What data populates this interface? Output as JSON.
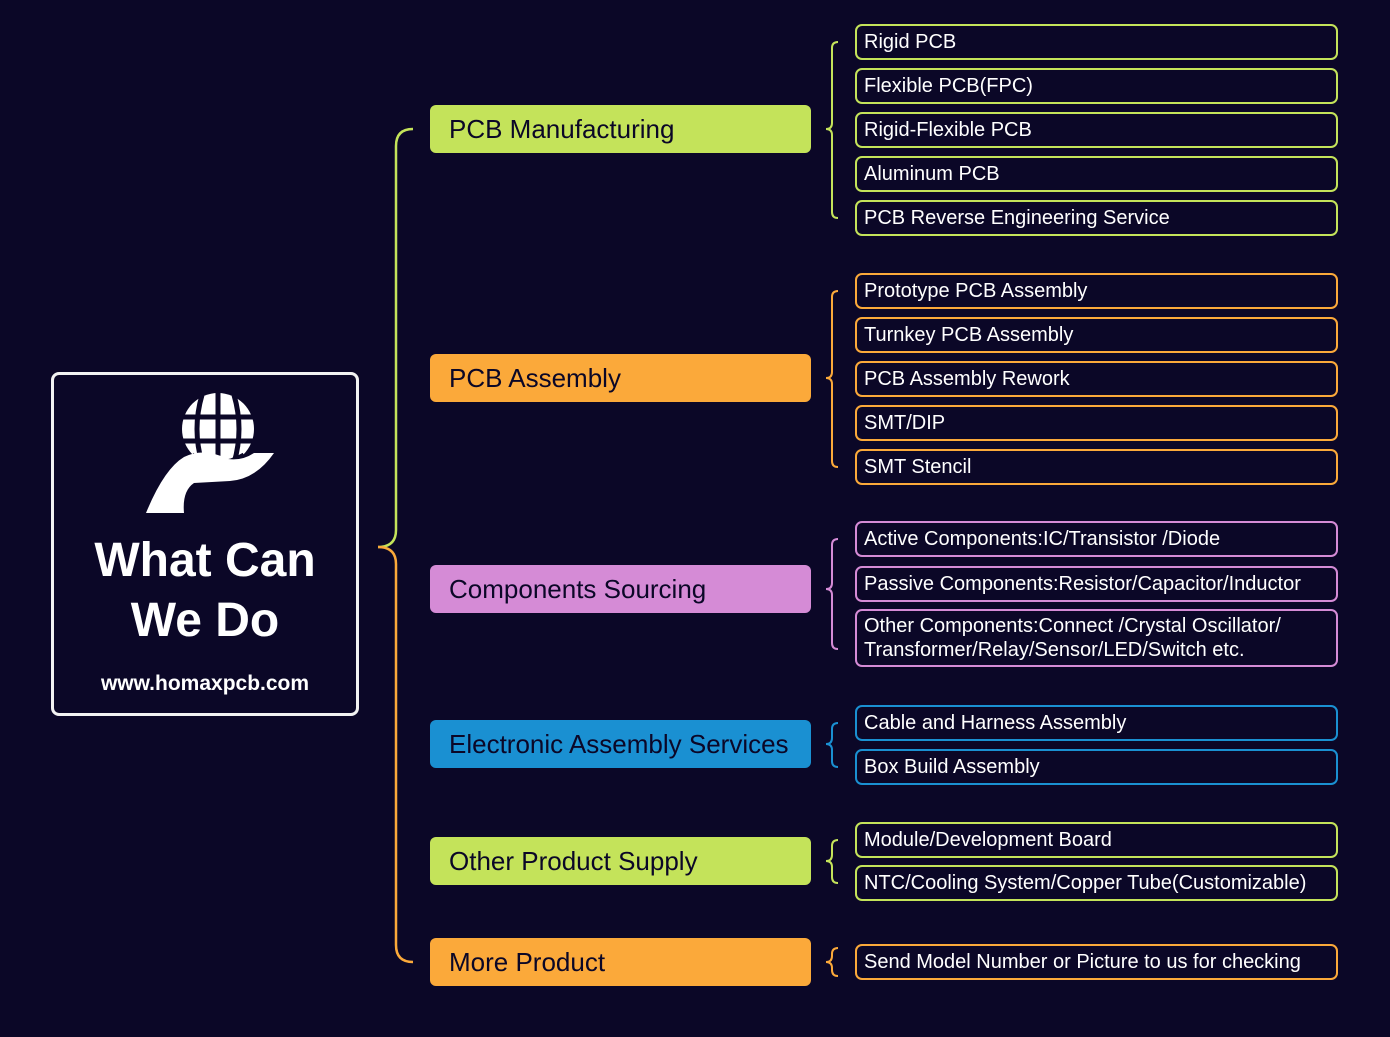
{
  "hero": {
    "title_line1": "What Can",
    "title_line2": "We Do",
    "url": "www.homaxpcb.com",
    "icon": "globe-in-hand-icon"
  },
  "colors": {
    "background": "#0b0727",
    "green": "#c4e35a",
    "orange": "#fba93a",
    "purple": "#d58bd6",
    "blue": "#1a90d2"
  },
  "groups": [
    {
      "label": "PCB Manufacturing",
      "color": "#c4e35a",
      "items": [
        "Rigid PCB",
        "Flexible PCB(FPC)",
        "Rigid-Flexible PCB",
        "Aluminum PCB",
        "PCB Reverse Engineering Service"
      ]
    },
    {
      "label": "PCB Assembly",
      "color": "#fba93a",
      "items": [
        "Prototype PCB Assembly",
        "Turnkey PCB Assembly",
        "PCB Assembly Rework",
        "SMT/DIP",
        "SMT Stencil"
      ]
    },
    {
      "label": "Components Sourcing",
      "color": "#d58bd6",
      "items": [
        "Active Components:IC/Transistor /Diode",
        "Passive Components:Resistor/Capacitor/Inductor",
        "Other Components:Connect /Crystal Oscillator/ Transformer/Relay/Sensor/LED/Switch etc."
      ]
    },
    {
      "label": "Electronic Assembly Services",
      "color": "#1a90d2",
      "items": [
        "Cable and Harness Assembly",
        "Box Build Assembly"
      ]
    },
    {
      "label": "Other Product Supply",
      "color": "#c4e35a",
      "items": [
        "Module/Development Board",
        "NTC/Cooling System/Copper Tube(Customizable)"
      ]
    },
    {
      "label": "More Product",
      "color": "#fba93a",
      "items": [
        "Send Model Number or Picture to us for checking"
      ]
    }
  ]
}
